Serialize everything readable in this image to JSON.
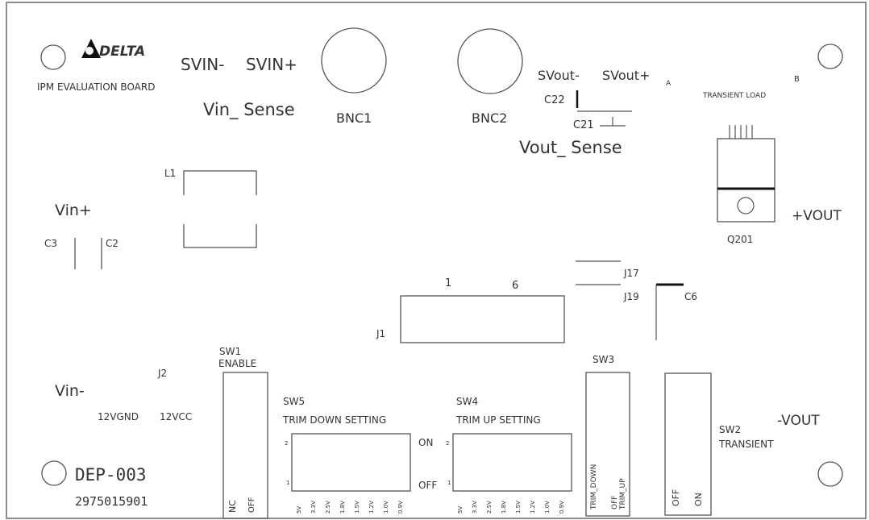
{
  "header": {
    "logo_text": "DELTA",
    "board_title": "IPM  EVALUATION BOARD"
  },
  "vin_sense": {
    "sv_minus": "SVIN-",
    "sv_plus": "SVIN+",
    "label": "Vin_ Sense"
  },
  "bnc": {
    "bnc1": "BNC1",
    "bnc2": "BNC2"
  },
  "vout_sense": {
    "sv_minus": "SVout-",
    "sv_plus": "SVout+",
    "label": "Vout_ Sense",
    "c22": "C22",
    "c21": "C21",
    "marker_a": "A"
  },
  "transient_load": {
    "label": "TRANSIENT LOAD",
    "marker_b": "B",
    "q201": "Q201",
    "vout_plus": "+VOUT"
  },
  "input": {
    "l1": "L1",
    "vin_plus": "Vin+",
    "c3": "C3",
    "c2": "C2",
    "vin_minus": "Vin-",
    "j2": "J2",
    "gnd": "12VGND",
    "vcc": "12VCC"
  },
  "jumpers": {
    "j1": "J1",
    "pin1": "1",
    "pin6": "6",
    "j17": "J17",
    "j19": "J19",
    "c6": "C6"
  },
  "switches": {
    "sw1_name": "SW1",
    "sw1_desc": "ENABLE",
    "sw1_nc": "NC",
    "sw1_off": "OFF",
    "sw5_name": "SW5",
    "sw5_desc": "TRIM DOWN SETTING",
    "sw4_name": "SW4",
    "sw4_desc": "TRIM UP SETTING",
    "on": "ON",
    "off": "OFF",
    "pin2": "2",
    "pin1": "1",
    "voltages": [
      "5V",
      "3.3V",
      "2.5V",
      "1.8V",
      "1.5V",
      "1.2V",
      "1.0V",
      "0.9V"
    ],
    "sw3_name": "SW3",
    "sw3_trim_up": "TRIM_UP",
    "sw3_off": "OFF",
    "sw3_trim_down": "TRIM_DOWN",
    "sw2_name": "SW2",
    "sw2_desc": "TRANSIENT",
    "sw2_off": "OFF",
    "sw2_on": "ON",
    "vout_minus": "-VOUT"
  },
  "footer": {
    "part": "DEP-003",
    "serial": "2975015901"
  }
}
